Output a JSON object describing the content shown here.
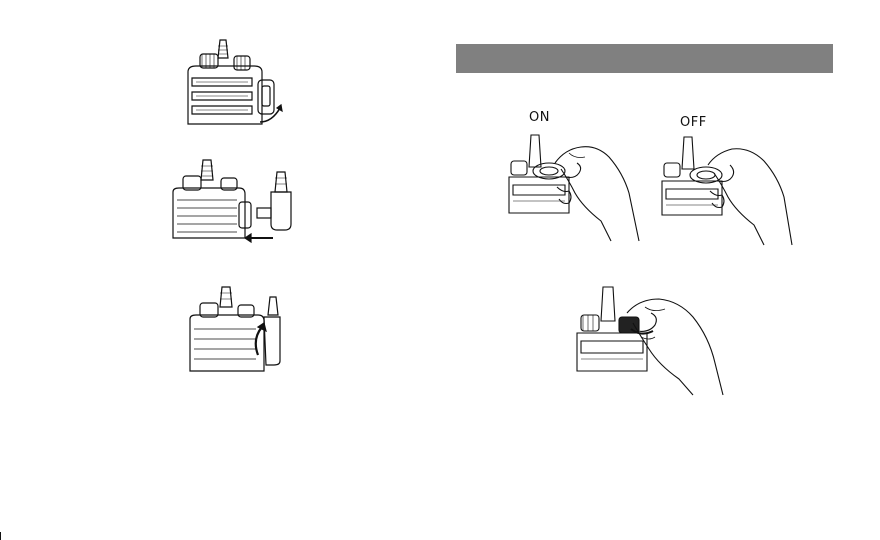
{
  "labels": {
    "on": "ON",
    "off": "OFF"
  },
  "colors": {
    "section_bar": "#808080",
    "line_art": "#111111"
  },
  "figures": [
    {
      "name": "side-cover-rotate-figure",
      "icon": "radio-side-cover-rotate"
    },
    {
      "name": "accessory-plug-insert-figure",
      "icon": "radio-accessory-insert"
    },
    {
      "name": "accessory-plug-fasten-figure",
      "icon": "radio-accessory-fasten"
    },
    {
      "name": "power-on-figure",
      "icon": "hand-turn-knob-on"
    },
    {
      "name": "power-off-figure",
      "icon": "hand-turn-knob-off"
    },
    {
      "name": "volume-adjust-figure",
      "icon": "hand-turn-knob-volume"
    }
  ]
}
